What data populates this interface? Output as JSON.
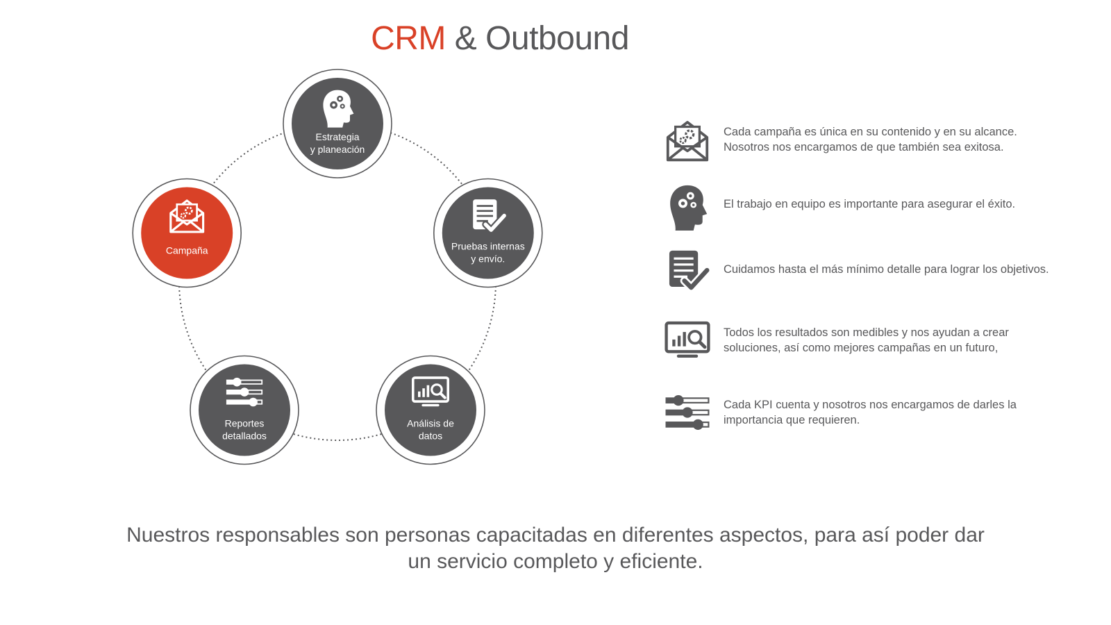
{
  "title": {
    "accent": "CRM",
    "rest": "& Outbound"
  },
  "colors": {
    "accent": "#d94127",
    "node": "#58585a",
    "text": "#58585a",
    "ring": "#58585a"
  },
  "cycle": {
    "nodes": [
      {
        "icon": "head-gears-icon",
        "lines": [
          "Estrategia",
          "y planeación"
        ],
        "active": false
      },
      {
        "icon": "checklist-icon",
        "lines": [
          "Pruebas internas",
          "y envío."
        ],
        "active": false
      },
      {
        "icon": "monitor-analytics-icon",
        "lines": [
          "Análisis de",
          "datos"
        ],
        "active": false
      },
      {
        "icon": "sliders-icon",
        "lines": [
          "Reportes",
          "detallados"
        ],
        "active": false
      },
      {
        "icon": "envelope-gear-icon",
        "lines": [
          "Campaña"
        ],
        "active": true
      }
    ]
  },
  "features": [
    {
      "icon": "envelope-gear-icon",
      "lines": [
        "Cada campaña es única en su contenido y en su alcance.",
        "Nosotros nos encargamos de que también sea exitosa."
      ]
    },
    {
      "icon": "head-gears-icon",
      "lines": [
        "El trabajo en equipo es importante para asegurar el éxito."
      ]
    },
    {
      "icon": "checklist-icon",
      "lines": [
        "Cuidamos hasta el más mínimo detalle para lograr los objetivos."
      ]
    },
    {
      "icon": "monitor-analytics-icon",
      "lines": [
        "Todos los resultados son medibles y nos ayudan a crear",
        "soluciones, así como mejores campañas en un futuro,"
      ]
    },
    {
      "icon": "sliders-icon",
      "lines": [
        "Cada KPI cuenta y nosotros nos encargamos de darles la",
        "importancia que requieren."
      ]
    }
  ],
  "footer": {
    "line1": "Nuestros responsables son personas capacitadas en diferentes aspectos, para así poder dar",
    "line2": "un servicio completo y eficiente."
  }
}
